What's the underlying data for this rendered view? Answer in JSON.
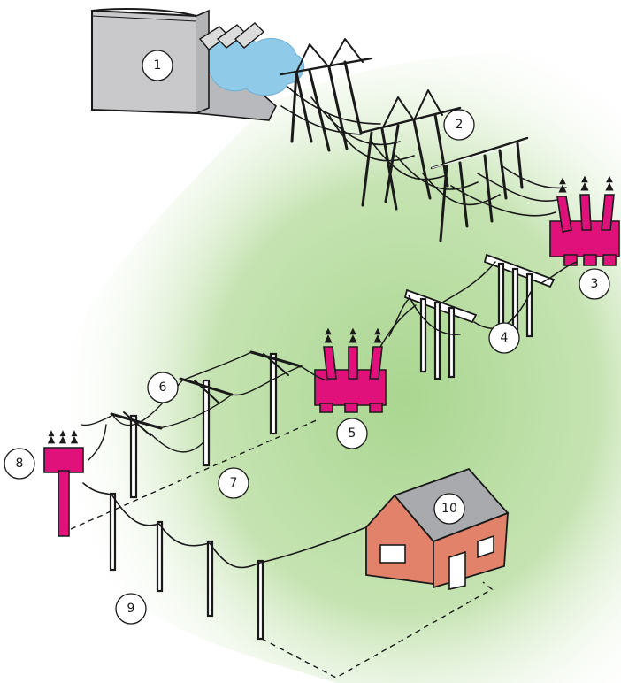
{
  "colors": {
    "background_green": "#a9d690",
    "transformer": "#e0117a",
    "water": "#8fcbe8",
    "dam": "#c9c9cb",
    "house_wall": "#e2826a",
    "house_roof": "#a8aaad",
    "ink": "#1a1a1a"
  },
  "labels": {
    "l1": "1",
    "l2": "2",
    "l3": "3",
    "l4": "4",
    "l5": "5",
    "l6": "6",
    "l7": "7",
    "l8": "8",
    "l9": "9",
    "l10": "10"
  }
}
